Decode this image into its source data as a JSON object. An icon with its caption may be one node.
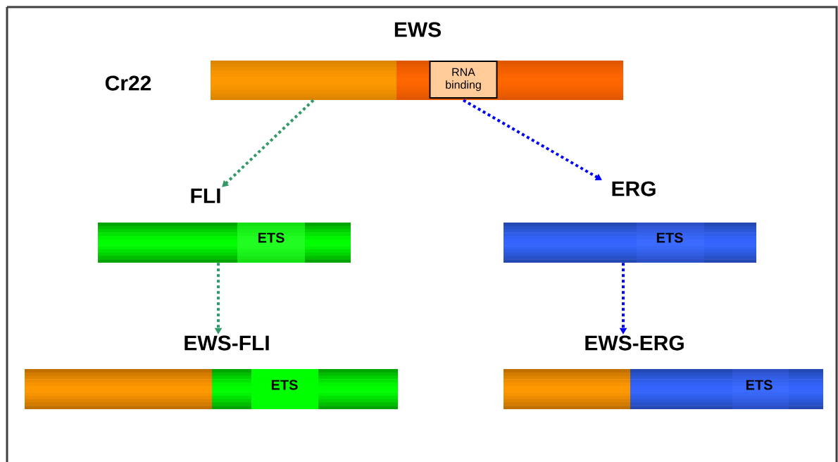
{
  "diagram": {
    "nodes": [
      {
        "text": [
          "EWS"
        ]
      },
      {
        "text": [
          "RNA binding"
        ],
        "in": 0
      },
      {
        "text": [
          "FLI"
        ]
      },
      {
        "text": [
          "ETS"
        ],
        "in": 2
      },
      {
        "text": [
          "ERG"
        ]
      },
      {
        "text": [
          "ETS"
        ],
        "in": 4
      },
      {
        "text": [
          "EWS-FLI"
        ]
      },
      {
        "text": [
          "ETS"
        ],
        "in": 6
      },
      {
        "text": [
          "EWS-ERG"
        ]
      },
      {
        "text": [
          "ETS"
        ],
        "in": 8
      }
    ],
    "edges": [
      {
        "from": 0,
        "to": 2,
        "arrow": "to",
        "color": "#339966"
      },
      {
        "from": 0,
        "to": 4,
        "arrow": "to",
        "color": "#0000ff"
      },
      {
        "from": 2,
        "to": 6,
        "arrow": "to",
        "color": "#339966"
      },
      {
        "from": 4,
        "to": 8,
        "arrow": "to",
        "color": "#0000ff"
      }
    ],
    "labels": [
      "Cr22"
    ]
  }
}
